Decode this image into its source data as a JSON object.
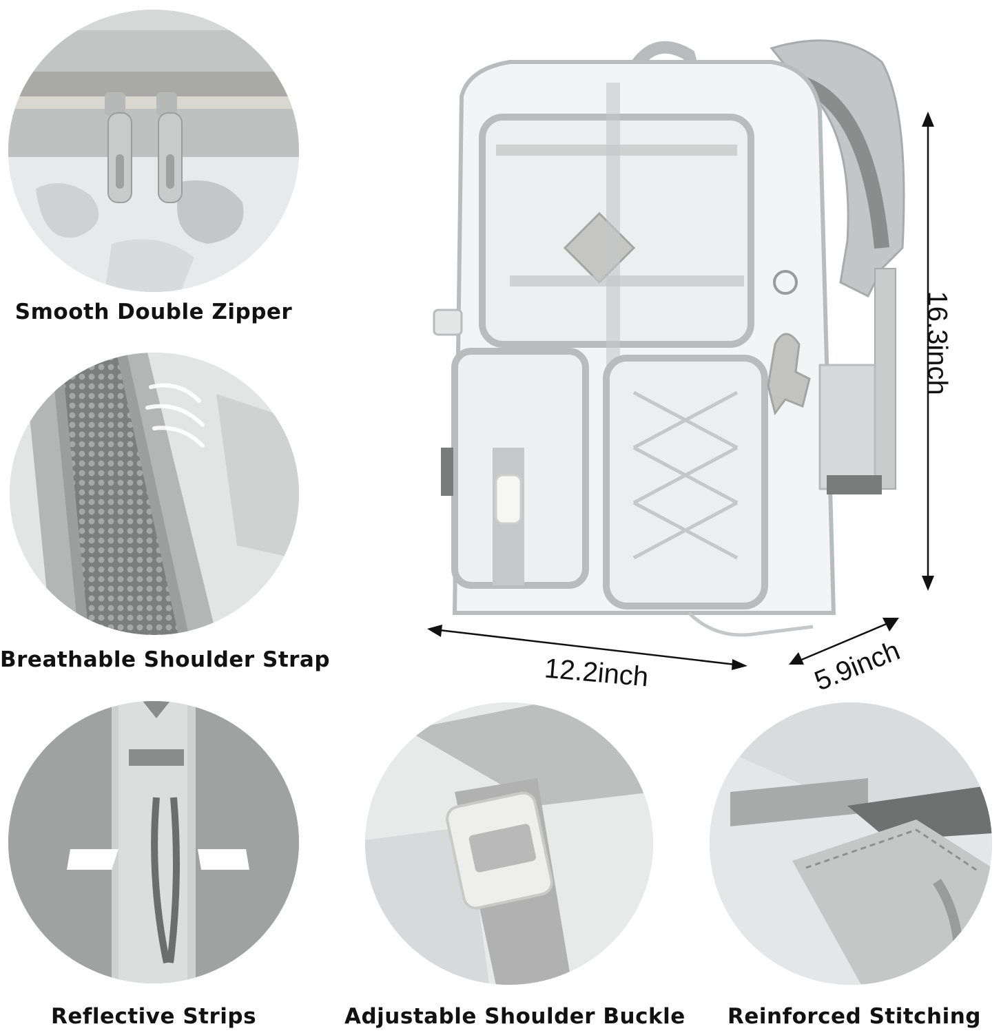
{
  "features": [
    {
      "label": "Smooth Double Zipper",
      "icon": "zipper-closeup"
    },
    {
      "label": "Breathable Shoulder Strap",
      "icon": "mesh-strap-closeup"
    },
    {
      "label": "Reflective Strips",
      "icon": "reflective-strip-closeup"
    },
    {
      "label": "Adjustable Shoulder Buckle",
      "icon": "buckle-closeup"
    },
    {
      "label": "Reinforced Stitching",
      "icon": "stitching-closeup"
    }
  ],
  "dimensions": {
    "height": "16.3inch",
    "width": "12.2inch",
    "depth": "5.9inch"
  },
  "colors": {
    "trim_gray": "#b9bcbd",
    "mesh_gray": "#8e8e8e",
    "clear_panel": "#eef0f1",
    "reflective": "#ffffff"
  }
}
